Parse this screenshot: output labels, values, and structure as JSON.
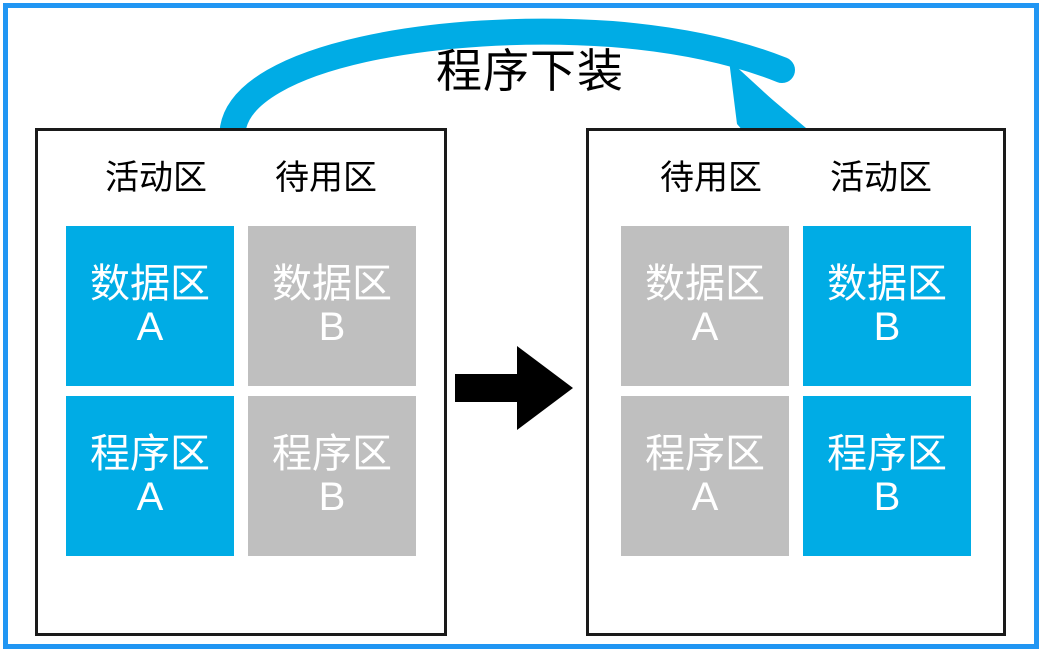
{
  "diagram": {
    "title": "程序下装",
    "colors": {
      "frame_blue": "#2196f3",
      "arc_blue": "#00ace5",
      "active_block": "#00ace5",
      "inactive_block": "#bfbfbf",
      "panel_border": "#1a1a1a",
      "mid_arrow": "#000000",
      "block_text": "#ffffff",
      "label_text": "#000000"
    },
    "arc_arrow": {
      "label": "程序下装",
      "direction": "left-panel-to-right-panel",
      "icon": "curved-arrow-icon"
    },
    "transition_arrow": {
      "icon": "right-arrow-icon",
      "direction": "right"
    },
    "panels": [
      {
        "id": "before",
        "columns": [
          {
            "header": "活动区",
            "state": "active"
          },
          {
            "header": "待用区",
            "state": "inactive"
          }
        ],
        "rows": [
          {
            "cells": [
              {
                "name": "数据区",
                "suffix": "A",
                "state": "active"
              },
              {
                "name": "数据区",
                "suffix": "B",
                "state": "inactive"
              }
            ]
          },
          {
            "cells": [
              {
                "name": "程序区",
                "suffix": "A",
                "state": "active"
              },
              {
                "name": "程序区",
                "suffix": "B",
                "state": "inactive"
              }
            ]
          }
        ]
      },
      {
        "id": "after",
        "columns": [
          {
            "header": "待用区",
            "state": "inactive"
          },
          {
            "header": "活动区",
            "state": "active"
          }
        ],
        "rows": [
          {
            "cells": [
              {
                "name": "数据区",
                "suffix": "A",
                "state": "inactive"
              },
              {
                "name": "数据区",
                "suffix": "B",
                "state": "active"
              }
            ]
          },
          {
            "cells": [
              {
                "name": "程序区",
                "suffix": "A",
                "state": "inactive"
              },
              {
                "name": "程序区",
                "suffix": "B",
                "state": "active"
              }
            ]
          }
        ]
      }
    ]
  }
}
